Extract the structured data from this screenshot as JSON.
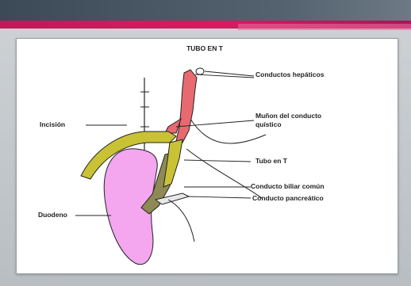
{
  "diagram": {
    "title": "TUBO EN T",
    "labels": {
      "conductos_hepaticos": "Conductos hepáticos",
      "munon_line1": "Muñon del conducto",
      "munon_line2": "quístico",
      "tubo_en_t": "Tubo en T",
      "incision": "Incisión",
      "conducto_biliar": "Conducto biliar común",
      "conducto_pancreatico": "Conducto pancreático",
      "duodeno": "Duodeno"
    }
  },
  "colors": {
    "header": "#3c4a57",
    "accent": "#d81b60",
    "duct": "#e86a70",
    "t_tube": "#c9c235",
    "duodenum": "#f4a6ef",
    "duct_lower": "#8f8a55"
  }
}
